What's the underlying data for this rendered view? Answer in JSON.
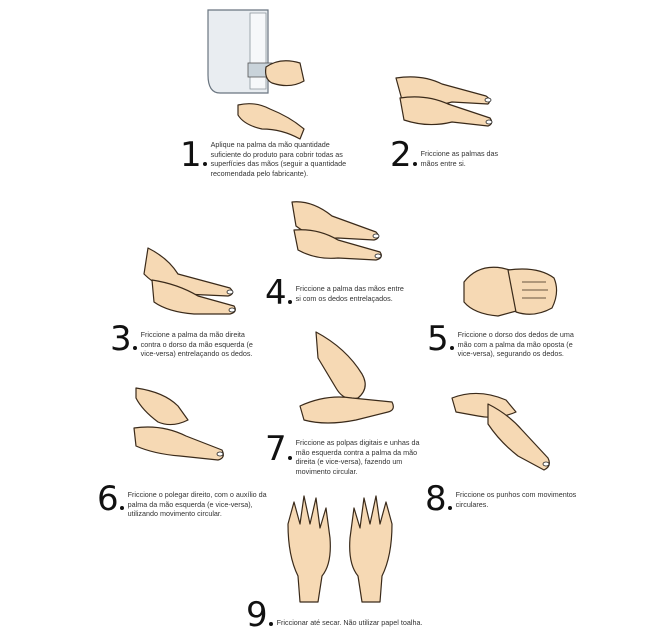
{
  "steps": [
    {
      "number": "1",
      "text": "Aplique na palma da mão quantidade suficiente do produto para cobrir todas as superfícies das mãos (seguir a quantidade recomendada pelo fabricante)."
    },
    {
      "number": "2",
      "text": "Friccione as palmas das mãos entre si."
    },
    {
      "number": "3",
      "text": "Friccione a palma da mão direita contra o dorso da mão esquerda (e vice-versa) entrelaçando os dedos."
    },
    {
      "number": "4",
      "text": "Friccione a palma das mãos entre si com os dedos entrelaçados."
    },
    {
      "number": "5",
      "text": "Friccione o dorso dos dedos de uma mão com a palma da mão oposta (e vice-versa), segurando os dedos."
    },
    {
      "number": "6",
      "text": "Friccione o polegar direito, com o auxílio da palma da mão esquerda (e vice-versa), utilizando movimento circular."
    },
    {
      "number": "7",
      "text": "Friccione as polpas digitais e unhas da mão esquerda contra a palma da mão direita (e vice-versa), fazendo um movimento circular."
    },
    {
      "number": "8",
      "text": "Friccione os punhos com movimentos circulares."
    },
    {
      "number": "9",
      "text": "Friccionar até secar. Não utilizar papel toalha."
    }
  ]
}
